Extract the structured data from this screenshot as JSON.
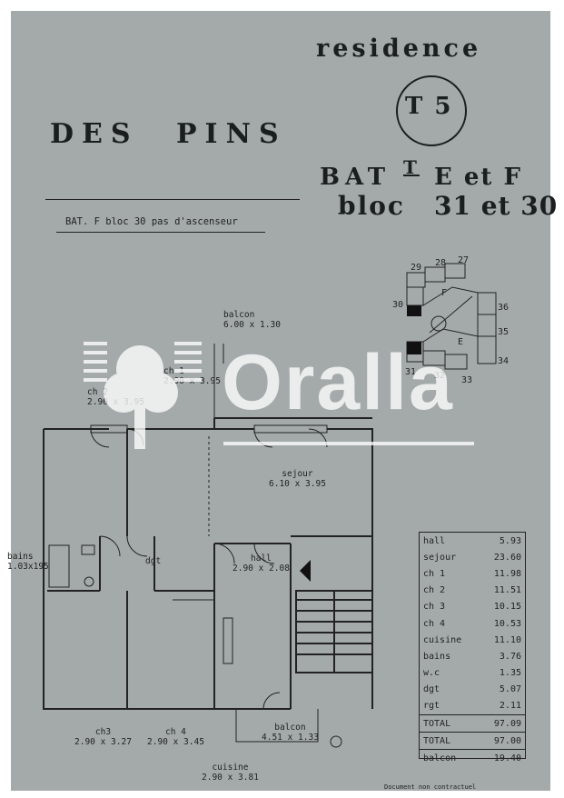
{
  "header": {
    "residence": "residence",
    "type_code": "T 5",
    "name": "DES PINS",
    "bat_prefix": "BAT",
    "bat_super": "T",
    "bat_value": "E et F",
    "bloc_label": "bloc",
    "bloc_value": "31 et 30",
    "subtitle": "BAT. F  bloc 30 pas d'ascenseur"
  },
  "watermark": "Oralla",
  "site_plan": {
    "numbers": [
      "29",
      "28",
      "27",
      "30",
      "36",
      "35",
      "34",
      "31",
      "32",
      "33"
    ],
    "letters": [
      "F",
      "E"
    ]
  },
  "rooms": [
    {
      "name": "balcon",
      "dims": "6.00 x 1.30"
    },
    {
      "name": "ch 1",
      "dims": "2.90 x 3.95"
    },
    {
      "name": "ch 2",
      "dims": "2.90 x 3.95"
    },
    {
      "name": "sejour",
      "dims": "6.10 x 3.95"
    },
    {
      "name": "bains",
      "dims": "1.03x195"
    },
    {
      "name": "dgt",
      "dims": ""
    },
    {
      "name": "hall",
      "dims": "2.90 x 2.08"
    },
    {
      "name": "ch3",
      "dims": "2.90 x 3.27"
    },
    {
      "name": "ch 4",
      "dims": "2.90 x 3.45"
    },
    {
      "name": "balcon",
      "dims": "4.51 x 1.33"
    },
    {
      "name": "cuisine",
      "dims": "2.90 x 3.81"
    }
  ],
  "areas": [
    {
      "label": "hall",
      "value": "5.93"
    },
    {
      "label": "sejour",
      "value": "23.60"
    },
    {
      "label": "ch 1",
      "value": "11.98"
    },
    {
      "label": "ch 2",
      "value": "11.51"
    },
    {
      "label": "ch 3",
      "value": "10.15"
    },
    {
      "label": "ch 4",
      "value": "10.53"
    },
    {
      "label": "cuisine",
      "value": "11.10"
    },
    {
      "label": "bains",
      "value": "3.76"
    },
    {
      "label": "w.c",
      "value": "1.35"
    },
    {
      "label": "dgt",
      "value": "5.07"
    },
    {
      "label": "rgt",
      "value": "2.11"
    }
  ],
  "totals": [
    {
      "label": "TOTAL",
      "value": "97.09"
    },
    {
      "label": "TOTAL",
      "value": "97.00"
    },
    {
      "label": "balcon",
      "value": "19.40"
    }
  ],
  "footer_note": "Document non contractuel"
}
